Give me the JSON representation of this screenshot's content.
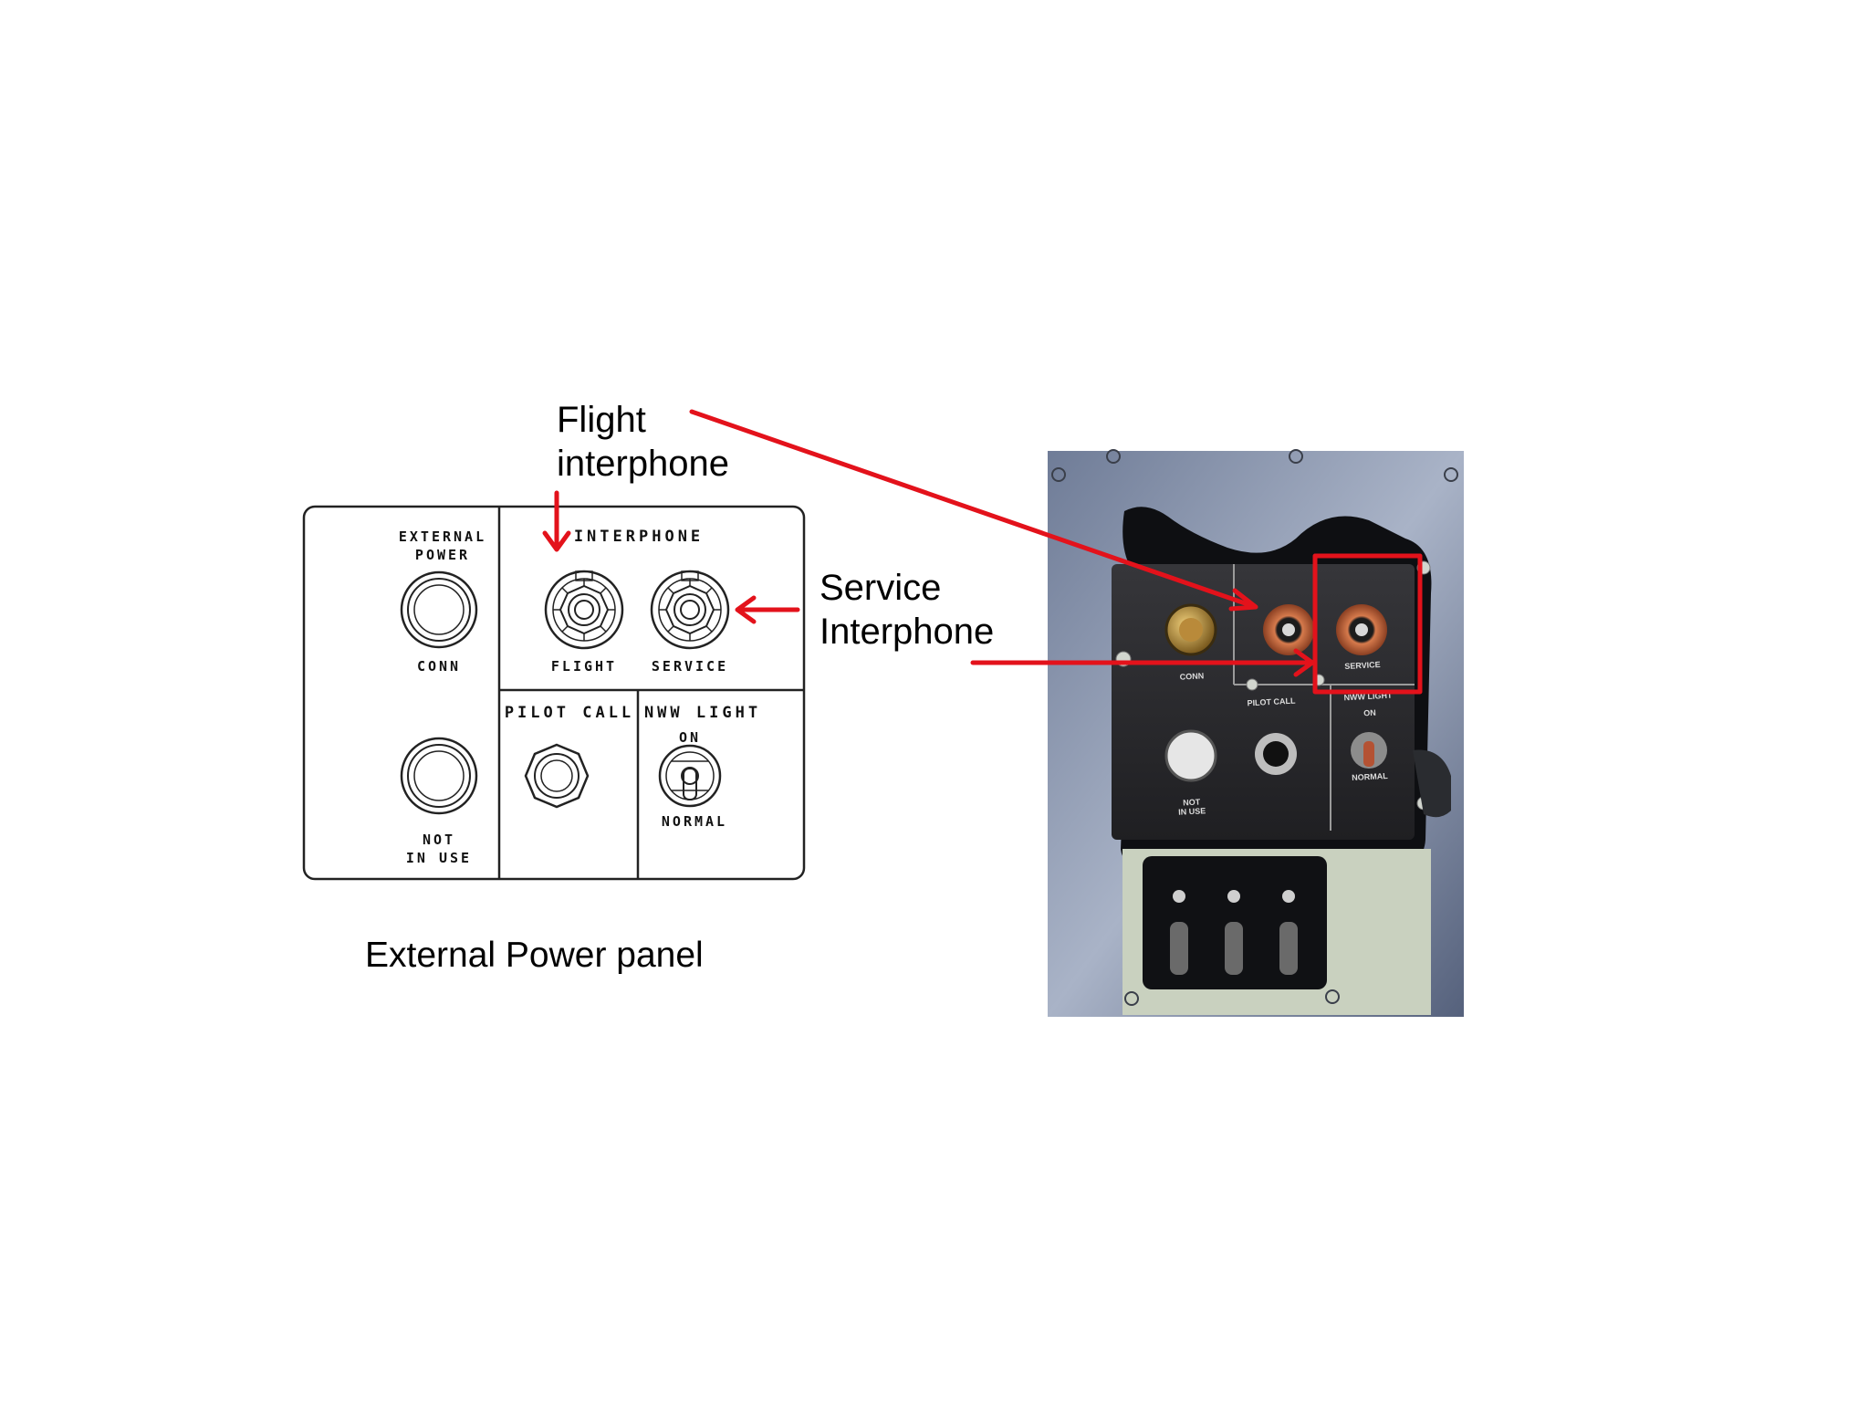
{
  "callouts": {
    "flight_line1": "Flight",
    "flight_line2": "interphone",
    "service_line1": "Service",
    "service_line2": "Interphone"
  },
  "caption": "External Power panel",
  "panel": {
    "external_power_line1": "EXTERNAL",
    "external_power_line2": "POWER",
    "conn": "CONN",
    "not_in_use_line1": "NOT",
    "not_in_use_line2": "IN USE",
    "interphone": "INTERPHONE",
    "flight": "FLIGHT",
    "service": "SERVICE",
    "pilot_call": "PILOT CALL",
    "nww_light": "NWW LIGHT",
    "on": "ON",
    "normal": "NORMAL"
  },
  "photo": {
    "conn": "CONN",
    "not_in_use_line1": "NOT",
    "not_in_use_line2": "IN USE",
    "service": "SERVICE",
    "pilot_call": "PILOT CALL",
    "nww_light": "NWW LIGHT",
    "on": "ON",
    "normal": "NORMAL"
  },
  "colors": {
    "annotation_red": "#e3121b",
    "panel_line": "#222222",
    "photo_frame": "#8f9bb4",
    "photo_panel": "#2b2b2f"
  }
}
